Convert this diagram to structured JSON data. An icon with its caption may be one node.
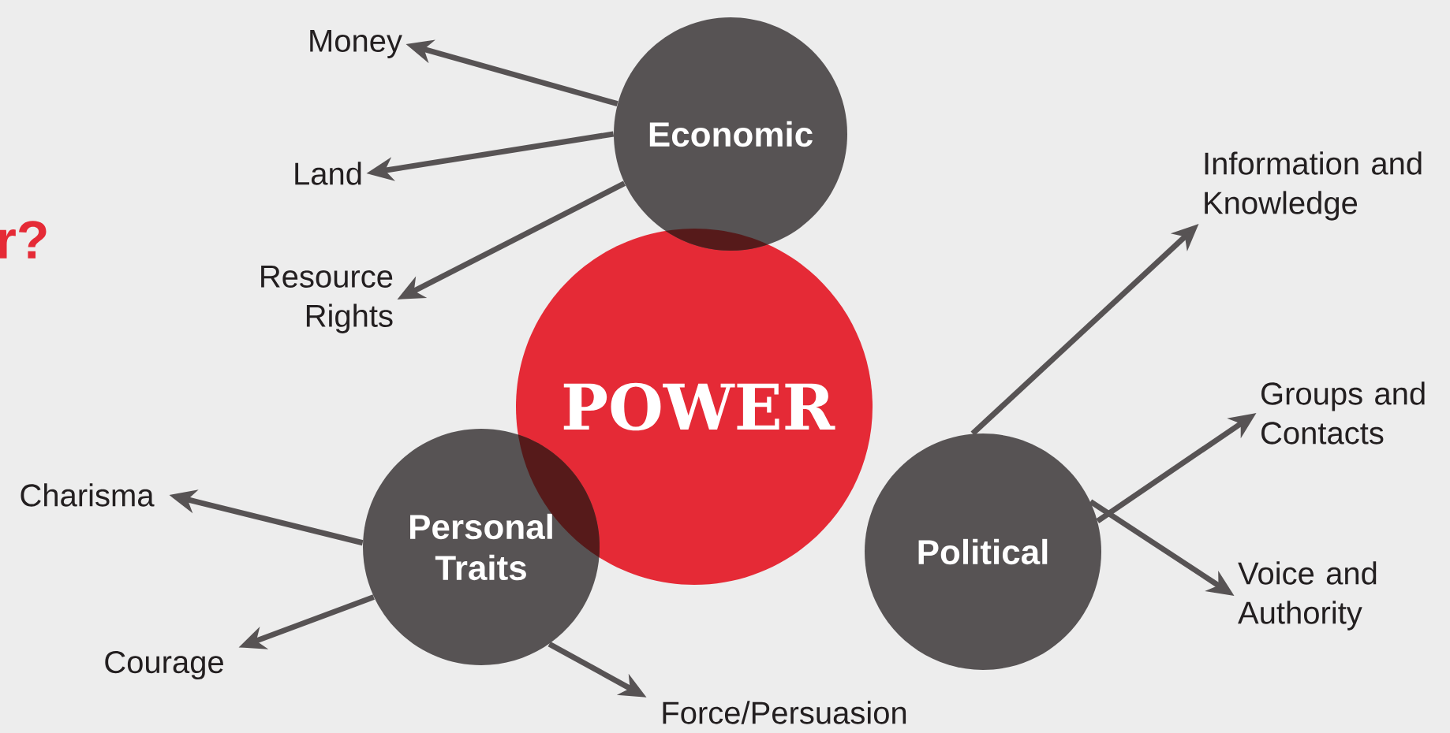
{
  "diagram": {
    "nodes": [
      {
        "text": [
          "POWER"
        ]
      },
      {
        "text": [
          "Economic"
        ]
      },
      {
        "text": [
          "Personal Traits"
        ]
      },
      {
        "text": [
          "Political"
        ]
      },
      {
        "text": [
          "Money"
        ]
      },
      {
        "text": [
          "Land"
        ]
      },
      {
        "text": [
          "Resource Rights"
        ]
      },
      {
        "text": [
          "Information and Knowledge"
        ]
      },
      {
        "text": [
          "Groups and Contacts"
        ]
      },
      {
        "text": [
          "Voice and Authority"
        ]
      },
      {
        "text": [
          "Charisma"
        ]
      },
      {
        "text": [
          "Courage"
        ]
      },
      {
        "text": [
          "Force/Persuasion"
        ]
      }
    ],
    "edges": [
      {
        "from": 1,
        "to": 4,
        "arrow": "to"
      },
      {
        "from": 1,
        "to": 5,
        "arrow": "to"
      },
      {
        "from": 1,
        "to": 6,
        "arrow": "to"
      },
      {
        "from": 3,
        "to": 7,
        "arrow": "to"
      },
      {
        "from": 3,
        "to": 8,
        "arrow": "to"
      },
      {
        "from": 3,
        "to": 9,
        "arrow": "to"
      },
      {
        "from": 2,
        "to": 10,
        "arrow": "to"
      },
      {
        "from": 2,
        "to": 11,
        "arrow": "to"
      },
      {
        "from": 2,
        "to": 12,
        "arrow": "to"
      }
    ],
    "labels": [
      "r?"
    ]
  }
}
